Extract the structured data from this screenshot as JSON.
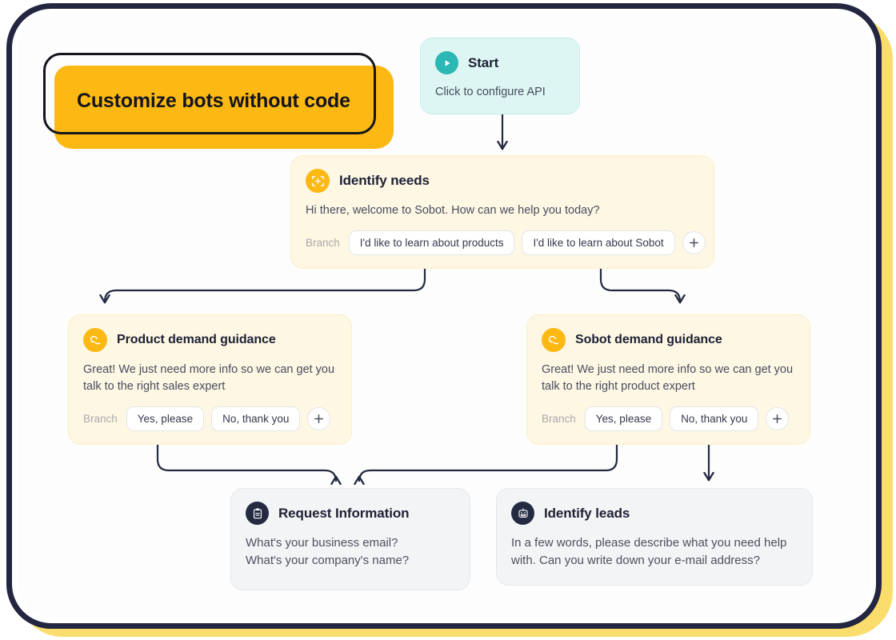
{
  "banner": {
    "text": "Customize bots without code"
  },
  "colors": {
    "frame_dark": "#222640",
    "frame_yellow": "#fbdd6d",
    "accent_yellow": "#fcb913",
    "accent_teal": "#2bb7b3",
    "card_teal_bg": "#ddf5f3",
    "card_cream_bg": "#fef7e4",
    "card_grey_bg": "#f3f4f5",
    "connector": "#232a42"
  },
  "nodes": {
    "start": {
      "icon": "play-icon",
      "title": "Start",
      "body": "Click to configure API"
    },
    "identify_needs": {
      "icon": "scan-target-icon",
      "title": "Identify needs",
      "body": "Hi there, welcome to Sobot. How can we help you today?",
      "branch_label": "Branch",
      "branches": [
        "I'd like to learn about products",
        "I'd like to learn about Sobot"
      ],
      "add_label": "+"
    },
    "product_demand": {
      "icon": "chat-bubbles-icon",
      "title": "Product demand guidance",
      "body": "Great! We just need more info so we can get you talk to the right sales expert",
      "branch_label": "Branch",
      "branches": [
        "Yes, please",
        "No, thank you"
      ],
      "add_label": "+"
    },
    "sobot_demand": {
      "icon": "chat-bubbles-icon",
      "title": "Sobot demand guidance",
      "body": "Great! We just need more info so we can get you talk to the right product expert",
      "branch_label": "Branch",
      "branches": [
        "Yes, please",
        "No, thank you"
      ],
      "add_label": "+"
    },
    "request_information": {
      "icon": "clipboard-icon",
      "title": "Request Information",
      "body_line1": "What's your business email?",
      "body_line2": "What's your company's name?"
    },
    "identify_leads": {
      "icon": "robot-icon",
      "title": "Identify leads",
      "body": "In a few words, please describe what you need help with. Can you write down your e-mail address?"
    }
  }
}
